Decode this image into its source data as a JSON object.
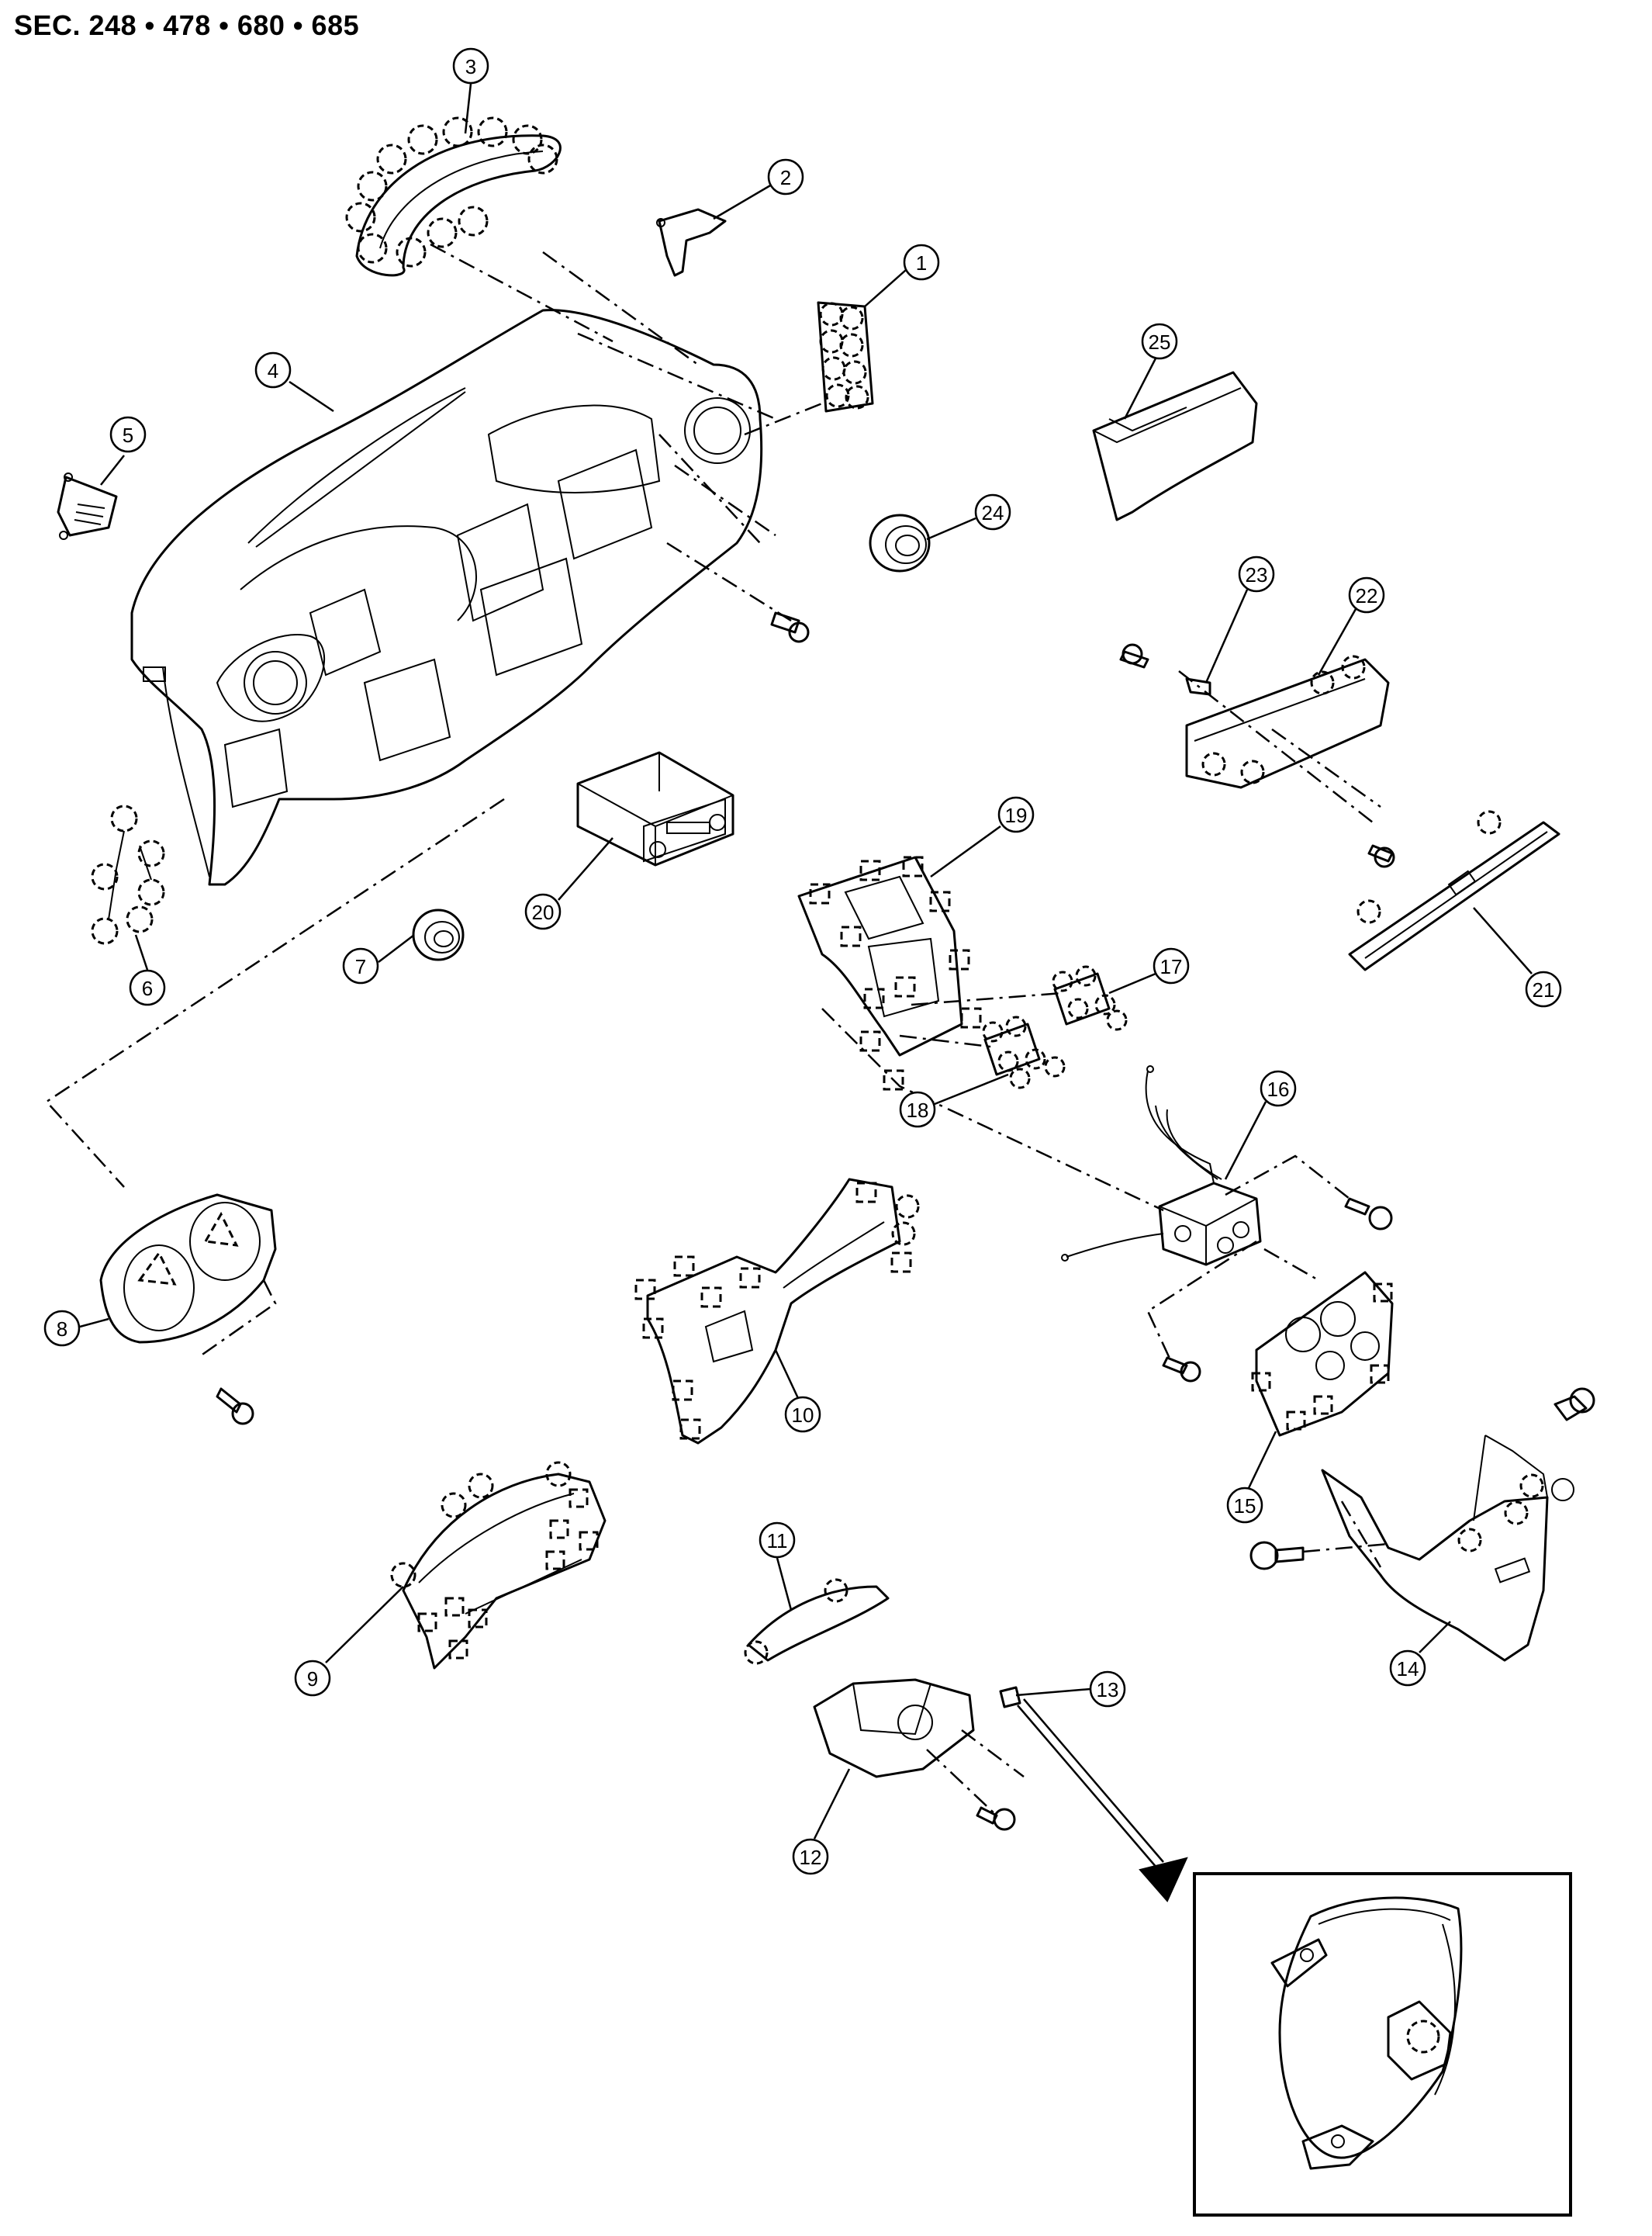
{
  "header": {
    "section_label": "SEC. 248 • 478 • 680 • 685"
  },
  "callouts": [
    "1",
    "2",
    "3",
    "4",
    "5",
    "6",
    "7",
    "8",
    "9",
    "10",
    "11",
    "12",
    "13",
    "14",
    "15",
    "16",
    "17",
    "18",
    "19",
    "20",
    "21",
    "22",
    "23",
    "24",
    "25"
  ]
}
